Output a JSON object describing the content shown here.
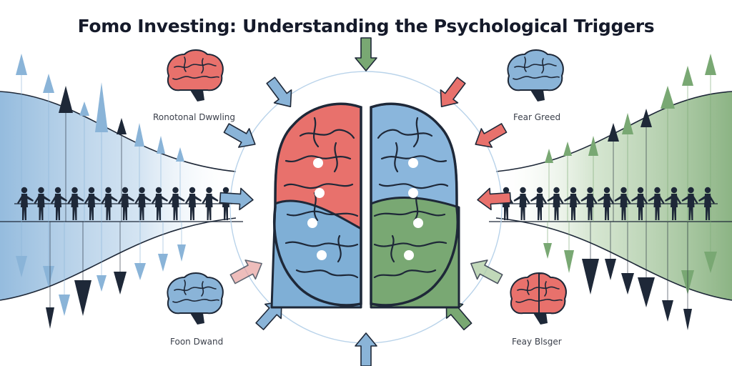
{
  "title": "Fomo Investing: Understanding the Psychological Triggers",
  "labels": {
    "top_left": "Ronotonal Dwwling",
    "top_right": "Fear Greed",
    "bottom_left": "Foon Dwand",
    "bottom_right": "Feay Blsger"
  },
  "colors": {
    "red": "#e8716c",
    "blue": "#8ab4d8",
    "green": "#79a873",
    "navy": "#1e2838",
    "text": "#151a2a"
  },
  "icons": [
    "brain-icon",
    "arrow-icon",
    "people-silhouette-icon"
  ]
}
